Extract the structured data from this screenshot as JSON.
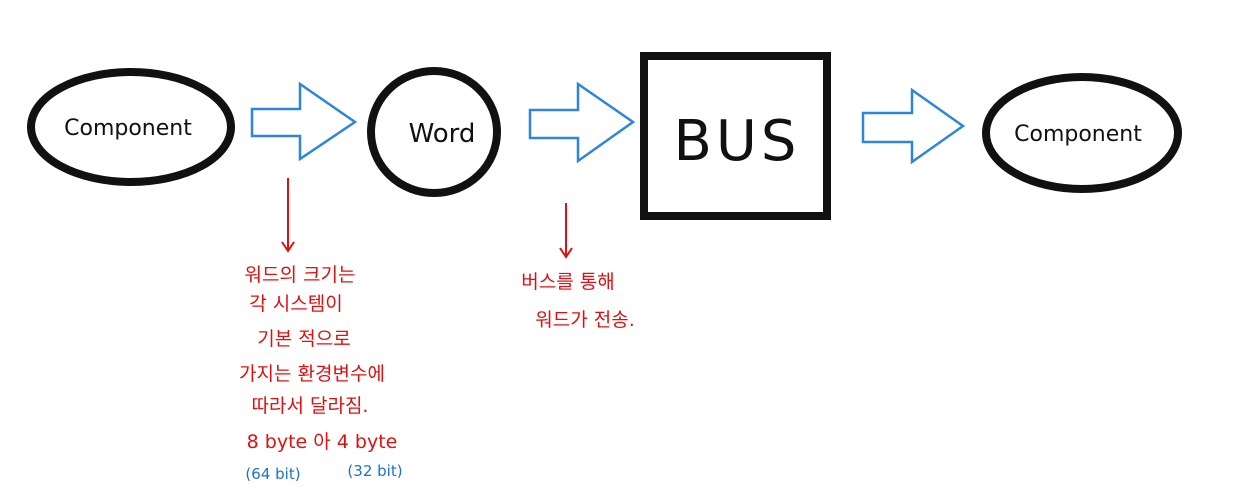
{
  "colors": {
    "shape_stroke": "#111111",
    "flow_arrow": "#2f86d8",
    "annotation": "#dd1111",
    "bit_note": "#1a73c8",
    "background": "#ffffff"
  },
  "nodes": {
    "component_source": "Component",
    "word": "Word",
    "bus": "BUS",
    "component_target": "Component"
  },
  "notes": {
    "word_size": {
      "line1": "워드의 크기는",
      "line2": "각 시스템이",
      "line3": "기본 적으로",
      "line4": "가지는 환경변수에",
      "line5": "따라서 달라짐.",
      "sizes": "8 byte 아 4 byte",
      "bits_64": "(64 bit)",
      "bits_32": "(32 bit)"
    },
    "bus_transfer": {
      "line1": "버스를 통해",
      "line2": "워드가 전송."
    }
  }
}
